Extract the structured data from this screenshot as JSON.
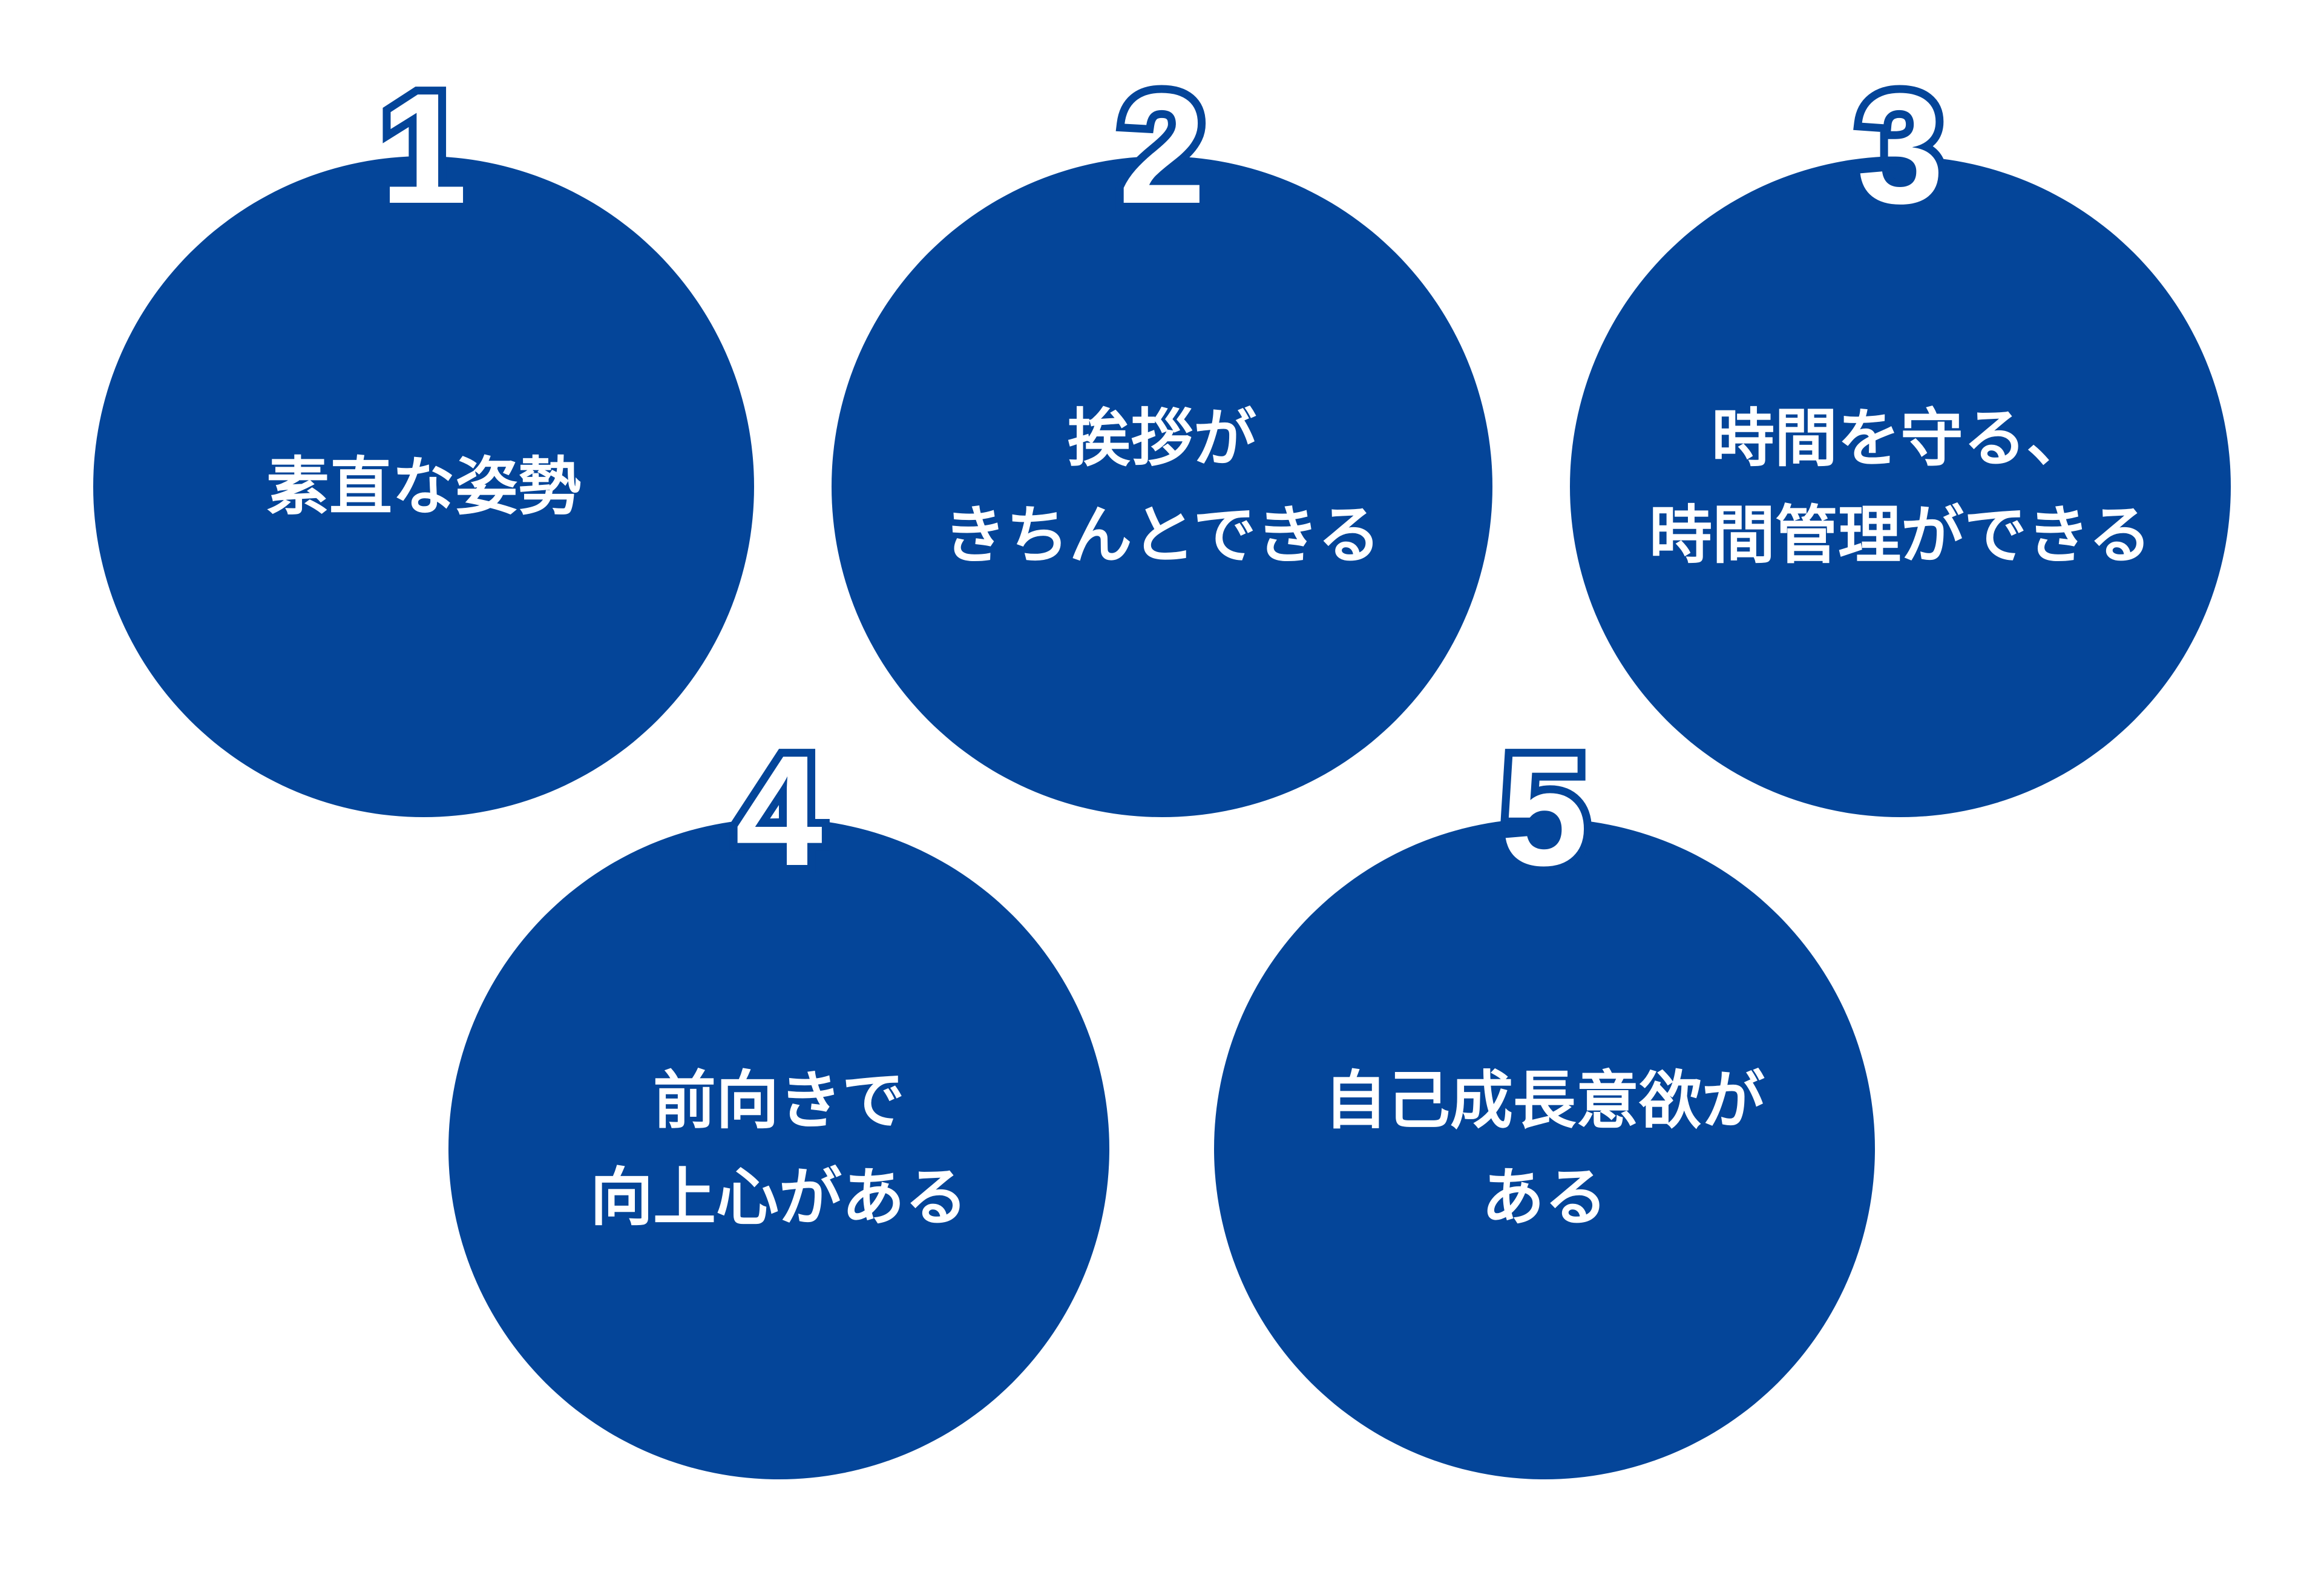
{
  "accent_color": "#044599",
  "items": [
    {
      "number": "1",
      "lines": [
        "素直な姿勢"
      ]
    },
    {
      "number": "2",
      "lines": [
        "挨拶が",
        "きちんとできる"
      ]
    },
    {
      "number": "3",
      "lines": [
        "時間を守る、",
        "時間管理ができる"
      ]
    },
    {
      "number": "4",
      "lines": [
        "前向きで",
        "向上心がある"
      ]
    },
    {
      "number": "5",
      "lines": [
        "自己成長意欲が",
        "ある"
      ]
    }
  ]
}
